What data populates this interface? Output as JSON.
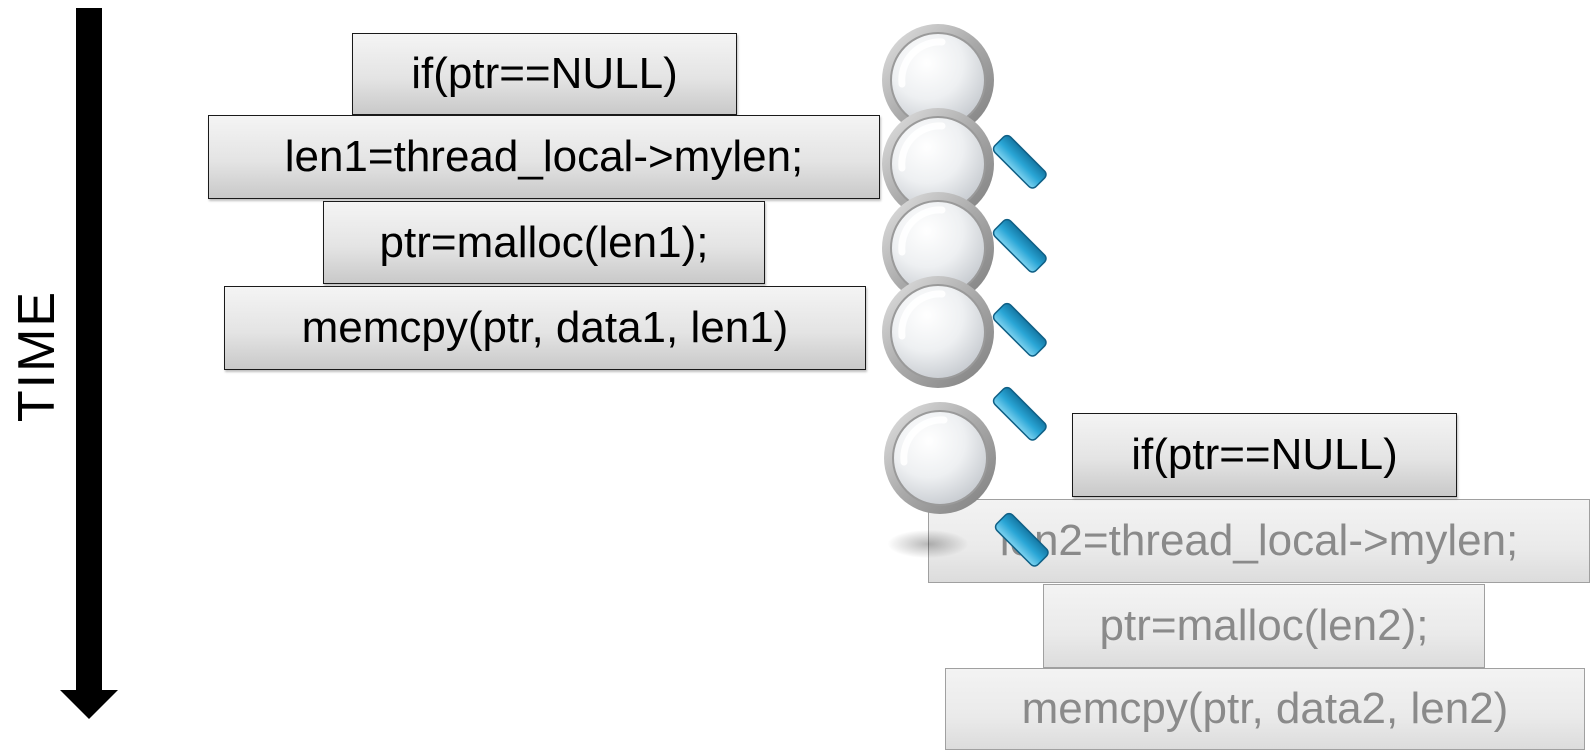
{
  "time_label": "TIME",
  "thread1": {
    "lines": [
      "if(ptr==NULL)",
      "len1=thread_local->mylen;",
      "ptr=malloc(len1);",
      "memcpy(ptr, data1, len1)"
    ]
  },
  "thread2": {
    "lines": [
      "if(ptr==NULL)",
      "len2=thread_local->mylen;",
      "ptr=malloc(len2);",
      "memcpy(ptr, data2, len2)"
    ]
  },
  "icons": {
    "magnifier": "magnifying-glass-icon",
    "arrow": "down-arrow-icon"
  },
  "colors": {
    "box_border": "#1a1a1a",
    "faded_text": "#8a8a8a",
    "magnifier_handle": "#2aa6d6"
  }
}
